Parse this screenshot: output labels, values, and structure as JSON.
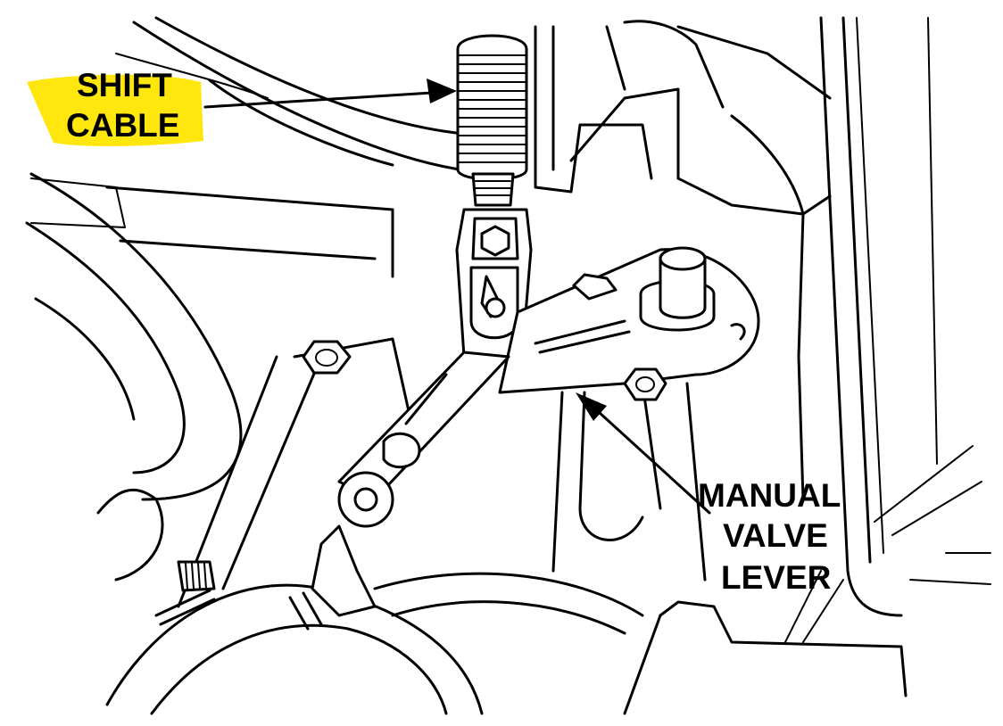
{
  "labels": {
    "shift_cable": [
      "SHIFT",
      "CABLE"
    ],
    "manual_valve_lever": [
      "MANUAL",
      "VALVE",
      "LEVER"
    ]
  },
  "colors": {
    "line": "#000000",
    "background": "#ffffff",
    "highlight": "#ffe600"
  }
}
